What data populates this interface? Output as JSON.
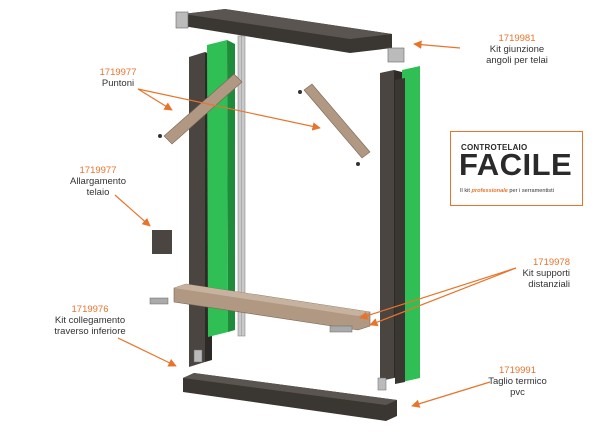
{
  "labels": {
    "kit_giunzione": {
      "code": "1719981",
      "line1": "Kit giunzione",
      "line2": "angoli per telai"
    },
    "puntoni": {
      "code": "1719977",
      "line1": "Puntoni"
    },
    "allargamento": {
      "code": "1719977",
      "line1": "Allargamento",
      "line2": "telaio"
    },
    "kit_supporti": {
      "code": "1719978",
      "line1": "Kit supporti",
      "line2": "distanziali"
    },
    "kit_collegamento": {
      "code": "1719976",
      "line1": "Kit collegamento",
      "line2": "traverso inferiore"
    },
    "taglio_termico": {
      "code": "1719991",
      "line1": "Taglio termico",
      "line2": "pvc"
    }
  },
  "logo": {
    "top": "CONTROTELAIO",
    "main": "FACILE",
    "tag_pre": "Il kit ",
    "tag_highlight": "professionale",
    "tag_post": " per i serramentisti"
  },
  "colors": {
    "accent": "#e8742c",
    "profile_dark": "#4a4540",
    "profile_green": "#2fbf55",
    "strut_tan": "#b09882",
    "text": "#333333"
  }
}
